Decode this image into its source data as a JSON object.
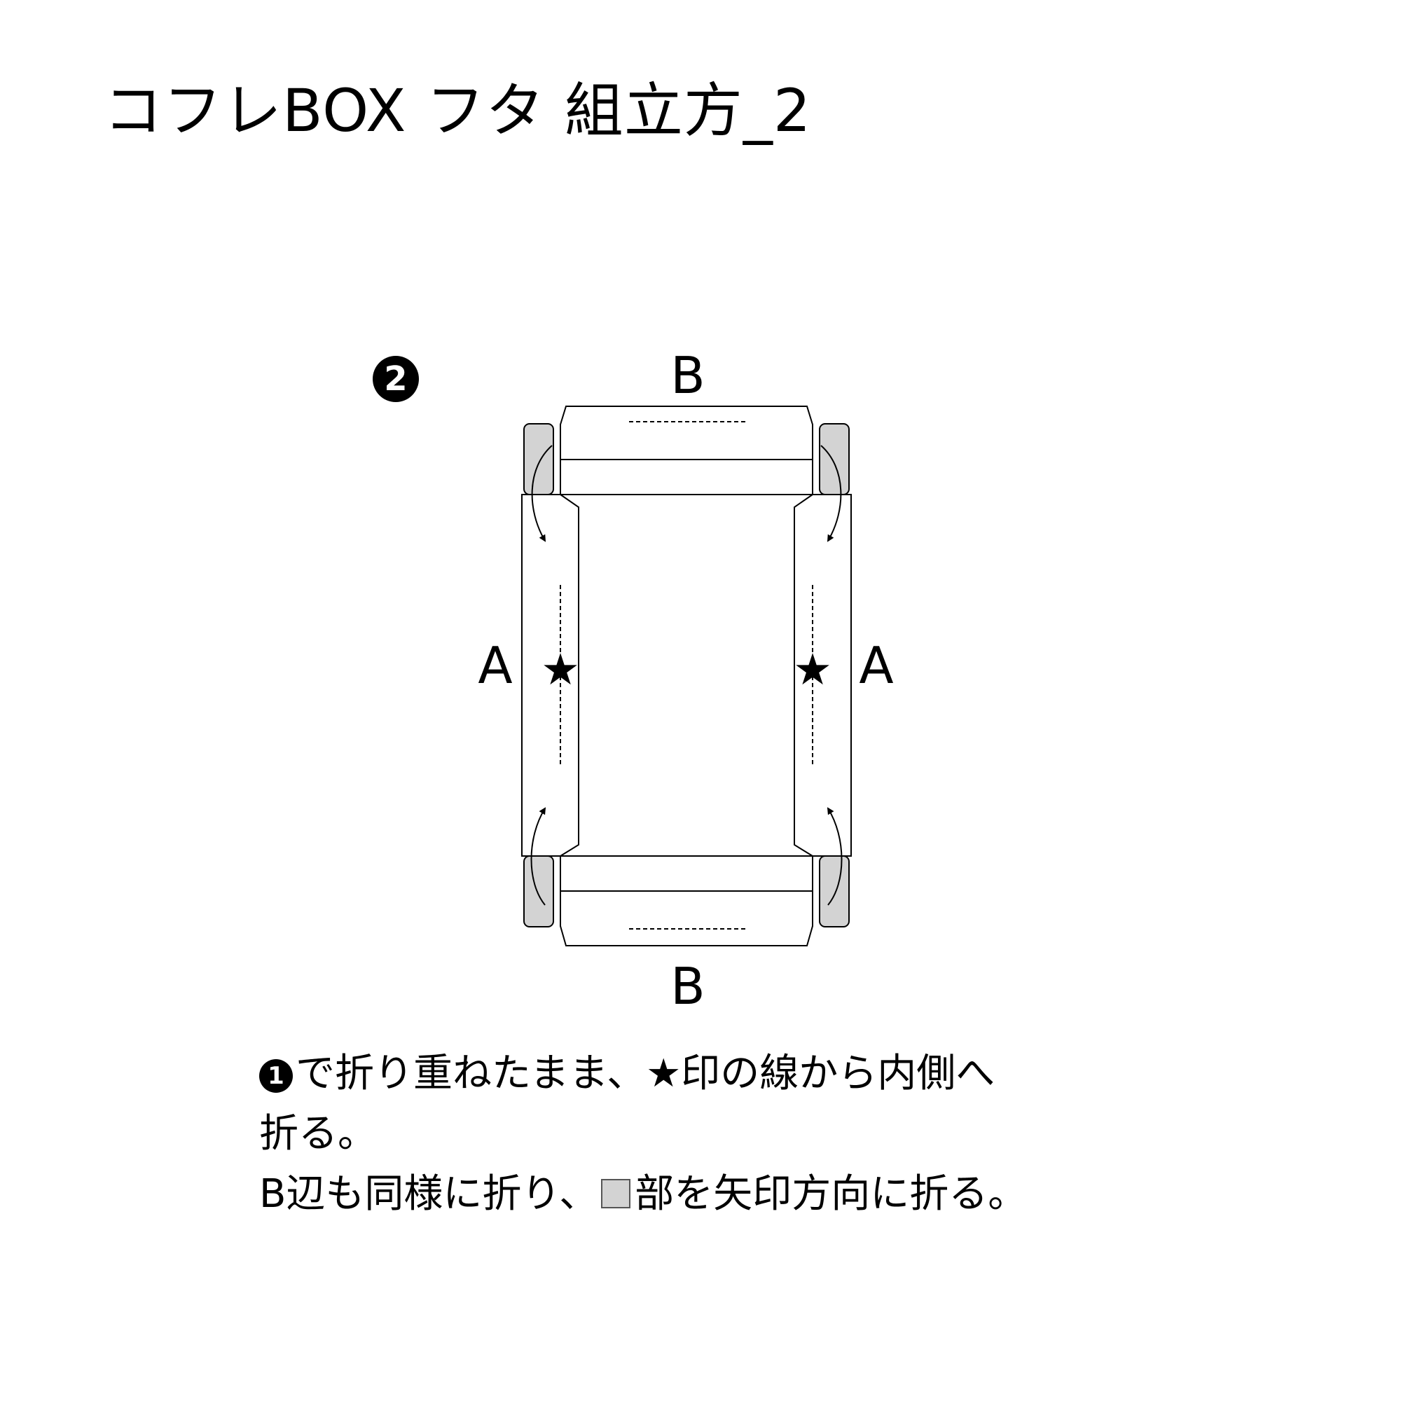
{
  "title": "コフレBOX フタ 組立方_2",
  "step": {
    "number": "2"
  },
  "diagram": {
    "label_b_top": "B",
    "label_b_bottom": "B",
    "label_a_left": "A",
    "label_a_right": "A",
    "star_glyph": "★",
    "colors": {
      "line": "#000000",
      "flap_fill": "#d3d3d3",
      "paper": "#ffffff"
    }
  },
  "instructions": {
    "line1_step_ref": "1",
    "line1_text": "で折り重ねたまま、★印の線から内側へ",
    "line2": "折る。",
    "line3_before": "B辺も同様に折り、",
    "line3_after": "部を矢印方向に折る。"
  }
}
